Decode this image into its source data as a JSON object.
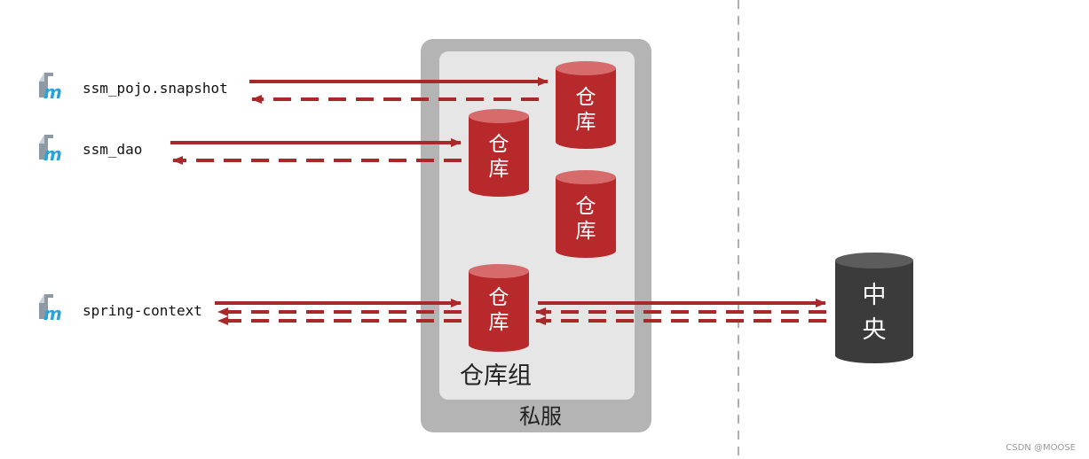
{
  "modules": {
    "pojo": "ssm_pojo.snapshot",
    "dao": "ssm_dao",
    "context": "spring-context"
  },
  "repo_label": [
    "仓",
    "库"
  ],
  "central_label": [
    "中",
    "央"
  ],
  "group_label": "仓库组",
  "private_server_label": "私服",
  "watermark": "CSDN @MOOSE",
  "colors": {
    "arrow": "#a9292a",
    "repo": "#b8292b",
    "repo_top": "#d76b6c",
    "central": "#3b3b3b",
    "central_top": "#5c5c5c",
    "outer_box": "#b4b4b4",
    "inner_box": "#e6e6e6"
  }
}
